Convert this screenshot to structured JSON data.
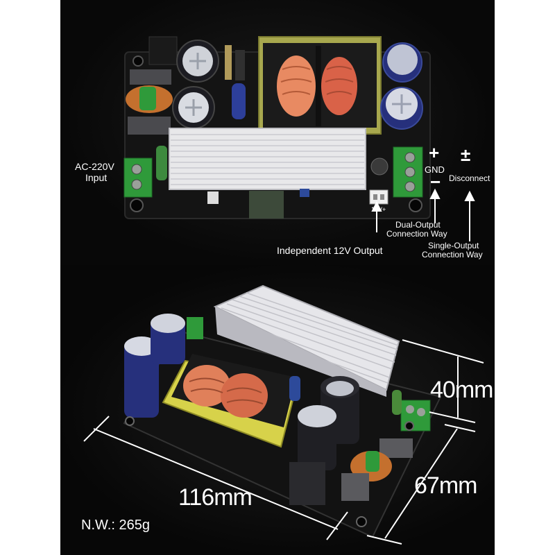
{
  "top": {
    "ac_input_line1": "AC-220V",
    "ac_input_line2": "Input",
    "plus_symbol": "+",
    "minus_symbol": "−",
    "plus_minus_symbol": "±",
    "gnd_label": "GND",
    "disconnect_label": "Disconnect",
    "dual_output_line1": "Dual-Output",
    "dual_output_line2": "Connection Way",
    "single_output_line1": "Single-Output",
    "single_output_line2": "Connection Way",
    "independent_12v": "Independent 12V Output",
    "board_12v_marking": "12V+"
  },
  "bottom": {
    "height_dim": "40mm",
    "length_dim": "116mm",
    "width_dim": "67mm",
    "net_weight": "N.W.: 265g"
  },
  "colors": {
    "background": "#0b0b0b",
    "pcb": "#141414",
    "heatsink": "#e8e8ea",
    "copper_coil": "#e0805a",
    "capacitor": "#1f2a7a",
    "terminal_green": "#2f9a3a",
    "transformer_bobbin": "#d7d24a",
    "text": "#ffffff"
  }
}
